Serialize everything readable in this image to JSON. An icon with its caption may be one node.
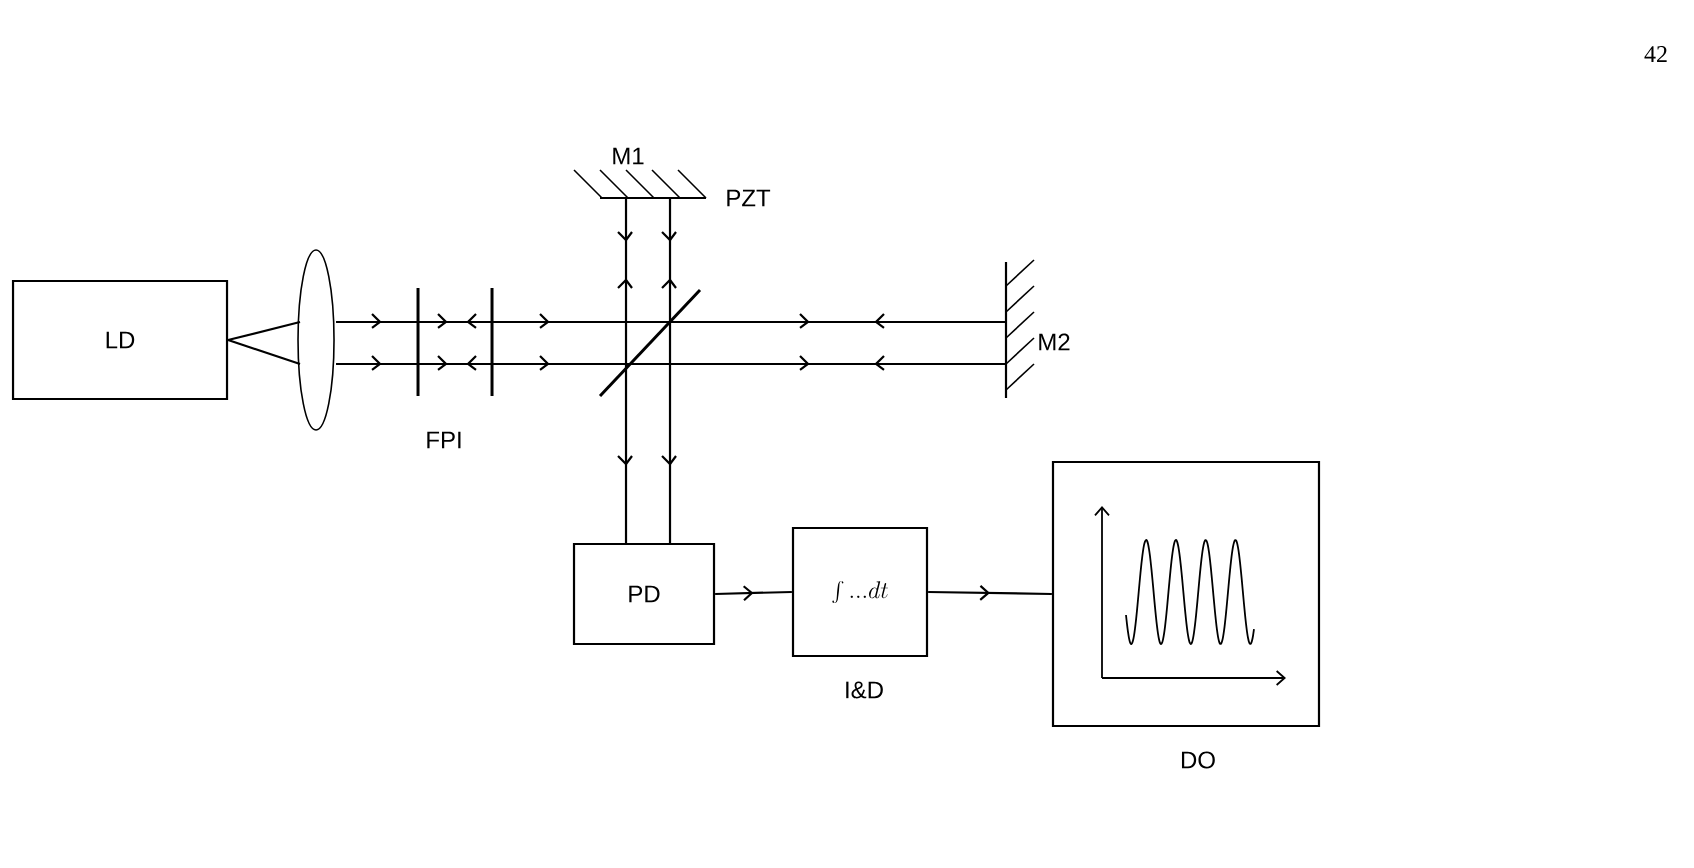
{
  "diagram": {
    "nodes": [
      {
        "text": [
          "LD"
        ]
      },
      {
        "text": [
          "PD"
        ]
      },
      {
        "text": [
          "\\int ...dt"
        ],
        "beside": [
          "I&D"
        ]
      },
      {
        "text": [],
        "shape": "box",
        "beside": [
          "DO"
        ]
      }
    ],
    "edges": [
      {
        "from": 1,
        "to": 2,
        "arrow": "to"
      },
      {
        "from": 2,
        "to": 3,
        "arrow": "to"
      }
    ],
    "labels": [
      "42",
      "M1",
      "PZT",
      "FPI",
      "M2"
    ]
  }
}
